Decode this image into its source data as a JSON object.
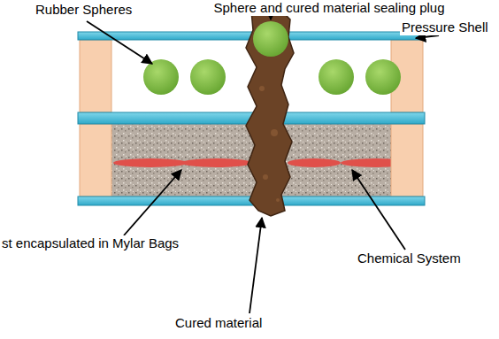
{
  "diagram": {
    "labels": [
      "Rubber Spheres",
      "Sphere and cured material sealing plug",
      "Pressure Shell",
      "st encapsulated in Mylar Bags",
      "Chemical System",
      "Cured material"
    ]
  }
}
